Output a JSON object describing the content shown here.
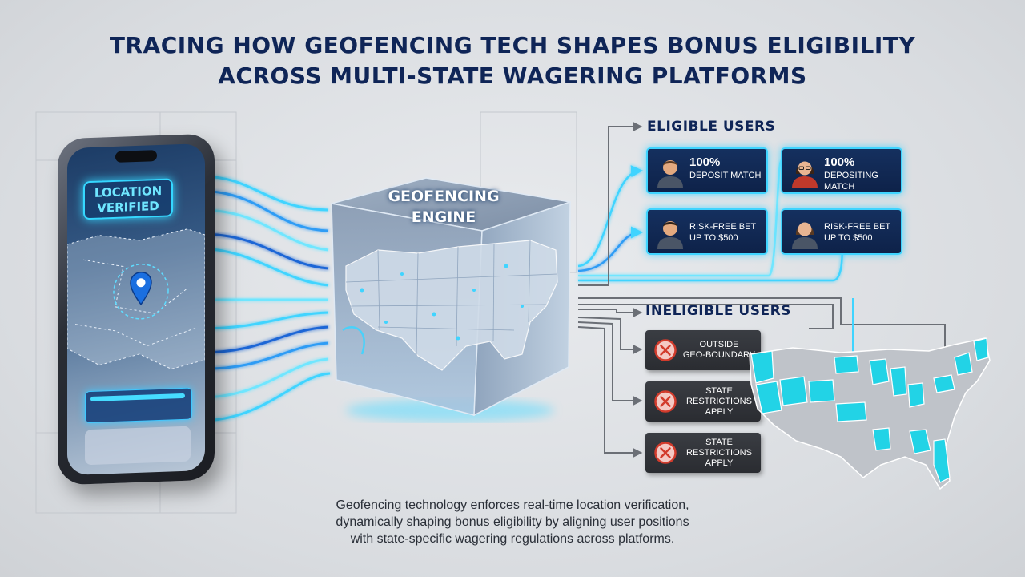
{
  "title": {
    "line1": "TRACING HOW GEOFENCING TECH SHAPES BONUS ELIGIBILITY",
    "line2": "ACROSS MULTI-STATE WAGERING PLATFORMS"
  },
  "phone": {
    "badge_line1": "LOCATION",
    "badge_line2": "VERIFIED"
  },
  "engine": {
    "line1": "GEOFENCING",
    "line2": "ENGINE"
  },
  "eligible": {
    "heading": "ELIGIBLE USERS",
    "cards": [
      {
        "big": "100%",
        "small": "DEPOSIT MATCH",
        "small2": "",
        "avatar": "male-user-icon"
      },
      {
        "big": "100%",
        "small": "DEPOSITING",
        "small2": "MATCH",
        "avatar": "female-user-icon"
      },
      {
        "big": "",
        "small": "RISK-FREE BET",
        "small2": "UP TO $500",
        "avatar": "male-user-icon"
      },
      {
        "big": "",
        "small": "RISK-FREE BET",
        "small2": "UP TO $500",
        "avatar": "female-user-icon"
      }
    ]
  },
  "ineligible": {
    "heading": "INELIGIBLE USERS",
    "items": [
      {
        "line1": "OUTSIDE",
        "line2": "GEO-BOUNDARY",
        "line3": ""
      },
      {
        "line1": "STATE",
        "line2": "RESTRICTIONS",
        "line3": "APPLY"
      },
      {
        "line1": "STATE",
        "line2": "RESTRICTIONS",
        "line3": "APPLY"
      }
    ]
  },
  "caption": {
    "line1": "Geofencing technology enforces real-time location verification,",
    "line2": "dynamically shaping bonus eligibility by aligning user positions",
    "line3": "with state-specific wagering regulations across platforms."
  },
  "colors": {
    "navy": "#0f2557",
    "cyan": "#3fd4ff",
    "card_bg": "#15305f",
    "warn_bg": "#2f3237",
    "state_highlight": "#22d3e6"
  }
}
